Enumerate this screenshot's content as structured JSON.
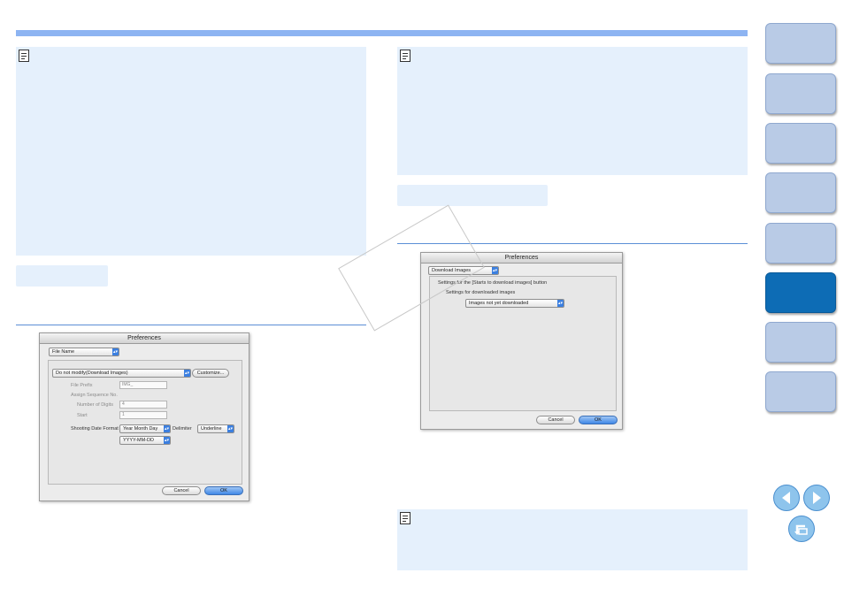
{
  "left_dialog": {
    "title": "Preferences",
    "category_select": "File Name",
    "rename_select": "Do not modify(Download Images)",
    "customize_button": "Customize...",
    "file_prefix_label": "File Prefix",
    "file_prefix_value": "IMG_",
    "assign_sequence_label": "Assign Sequence No.",
    "num_digits_label": "Number of Digits",
    "num_digits_value": "4",
    "start_label": "Start",
    "start_value": "1",
    "date_format_label": "Shooting Date Format",
    "date_format_value": "Year Month Day",
    "delimiter_label": "Delimiter",
    "delimiter_value": "Underline",
    "date_pattern_value": "YYYY-MM-DD",
    "cancel_button": "Cancel",
    "ok_button": "OK"
  },
  "right_dialog": {
    "title": "Preferences",
    "category_select": "Download Images",
    "settings_heading": "Settings for the [Starts to download images] button",
    "downloaded_label": "Settings for downloaded images",
    "downloaded_select": "Images not yet downloaded",
    "cancel_button": "Cancel",
    "ok_button": "OK"
  },
  "colors": {
    "accent": "#8db4f2",
    "note_bg": "#e5f0fc",
    "tab": "#b9cbe6",
    "tab_active": "#0d6cb5"
  },
  "icons": {
    "note": "memo-icon",
    "prev": "arrow-left-icon",
    "next": "arrow-right-icon",
    "back": "return-icon"
  }
}
